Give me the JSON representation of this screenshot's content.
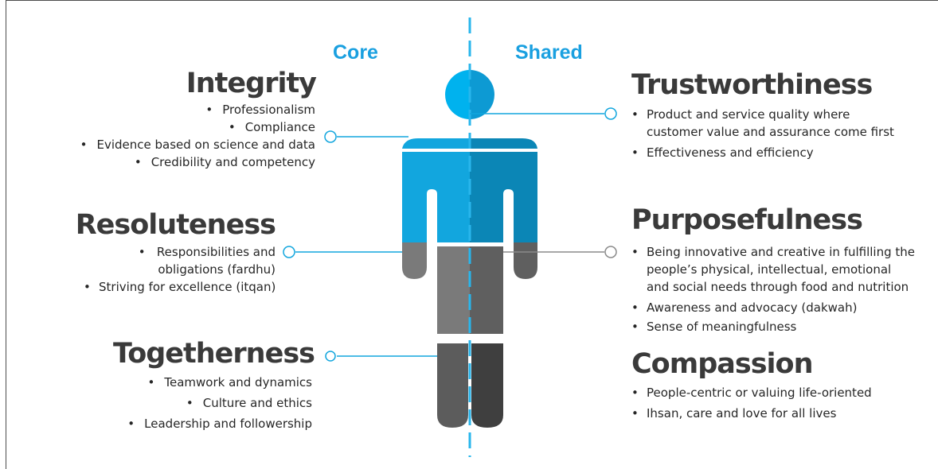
{
  "columns": {
    "core": "Core",
    "shared": "Shared"
  },
  "left": [
    {
      "title": "Integrity",
      "items": [
        "Professionalism",
        "Compliance",
        "Evidence based on science and data",
        "Credibility and competency"
      ]
    },
    {
      "title": "Resoluteness",
      "items": [
        "Responsibilities and",
        "obligations (fardhu)",
        "Striving for excellence (itqan)"
      ]
    },
    {
      "title": "Togetherness",
      "items": [
        "Teamwork and dynamics",
        "Culture and ethics",
        "Leadership and followership"
      ]
    }
  ],
  "right": [
    {
      "title": "Trustworthiness",
      "items": [
        [
          "Product and service quality where",
          "customer value and assurance come first"
        ],
        [
          "Effectiveness and efficiency"
        ]
      ]
    },
    {
      "title": "Purposefulness",
      "items": [
        [
          "Being innovative and creative in fulfilling the",
          "people’s physical, intellectual, emotional",
          "and social needs through food and nutrition"
        ],
        [
          "Awareness and advocacy (dakwah)"
        ],
        [
          "Sense of meaningfulness"
        ]
      ]
    },
    {
      "title": "Compassion",
      "items": [
        [
          "People-centric or valuing life-oriented"
        ],
        [
          "Ihsan, care and love for all lives"
        ]
      ]
    }
  ],
  "colors": {
    "accent": "#1aa0e0",
    "head_left": "#00b2ee",
    "head_right": "#0d9ad3",
    "torso_left": "#12a6de",
    "torso_right": "#0b86b6",
    "pelvis_left": "#7a7a7a",
    "pelvis_right": "#5f5f5f",
    "legs_left": "#5c5c5c",
    "legs_right": "#3f3f3f"
  }
}
